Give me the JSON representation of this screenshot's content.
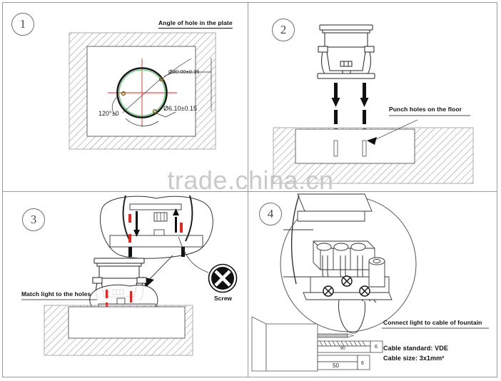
{
  "document": {
    "kind": "installation-instruction-diagram",
    "watermark": "trade.china.cn",
    "panel_count": 4
  },
  "panels": [
    {
      "number": "1",
      "name": "hole-layout-drawing",
      "labels": {
        "title": "Angle of hole in the plate",
        "outer_diameter": "Ø80.00±0.15",
        "hole_diameter": "Ø6.10±0.15",
        "angle": "120°±0"
      },
      "colors": {
        "centerline": "#e8241c",
        "pitch_circle": "#3ec45a",
        "hole_marker": "#8a6a20",
        "body": "#1a1a1a",
        "hatch": "#7a7a7a"
      },
      "hole_count": 3
    },
    {
      "number": "2",
      "name": "punch-holes-step",
      "labels": {
        "callout": "Punch holes on the floor"
      },
      "arrow_count": 2,
      "colors": {
        "arrow": "#111111",
        "hatch": "#7a7a7a"
      }
    },
    {
      "number": "3",
      "name": "match-light-step",
      "labels": {
        "callout": "Match light to the holes",
        "screw_icon_caption": "Screw"
      },
      "colors": {
        "screw_marker": "#e8241c",
        "icon": "#111111",
        "hatch": "#7a7a7a"
      }
    },
    {
      "number": "4",
      "name": "wiring-step",
      "labels": {
        "callout": "Connect light to cable of fountain",
        "cable_standard": "Cable standard: VDE",
        "cable_size": "Cable size: 3x1mm²"
      },
      "dimensions": {
        "strip_length": "90",
        "strip_end": "6",
        "jacket_length": "50",
        "jacket_end": "6"
      },
      "terminal_count": 3
    }
  ]
}
